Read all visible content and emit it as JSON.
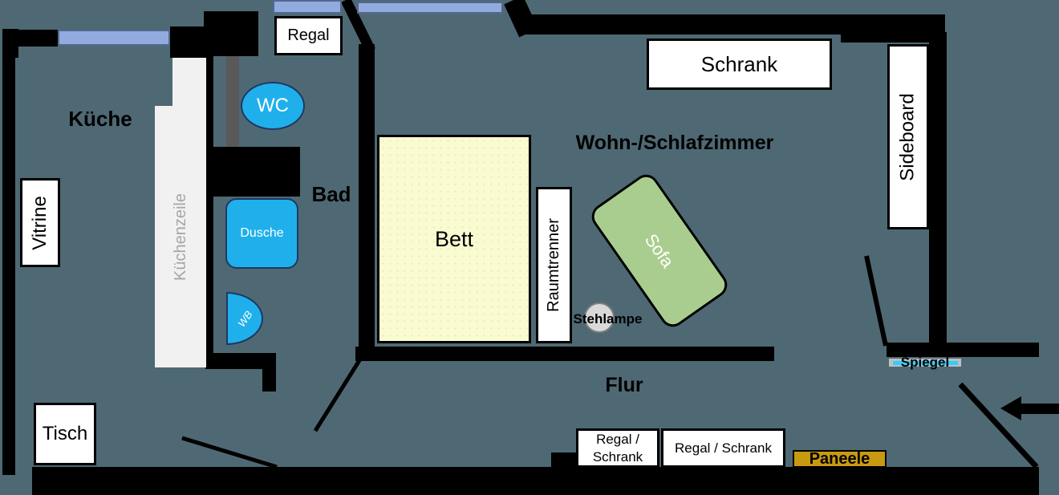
{
  "rooms": {
    "kitchen": "Küche",
    "bathroom": "Bad",
    "living_bedroom": "Wohn-/Schlafzimmer",
    "hallway": "Flur"
  },
  "furniture": {
    "shelf_top": "Regal",
    "wardrobe": "Schrank",
    "sideboard": "Sideboard",
    "display_cabinet": "Vitrine",
    "kitchenette": "Küchenzeile",
    "toilet": "WC",
    "shower": "Dusche",
    "washbasin": "WB",
    "bed": "Bett",
    "room_divider": "Raumtrenner",
    "sofa": "Sofa",
    "floor_lamp": "Stehlampe",
    "mirror": "Spiegel",
    "table": "Tisch",
    "shelf_cabinet_1": "Regal /\nSchrank",
    "shelf_cabinet_2": "Regal / Schrank",
    "panels": "Paneele"
  },
  "colors": {
    "background": "#4e6973",
    "wall": "#000000",
    "window_fill": "#92abde",
    "window_border": "#54678f",
    "fixture_blue": "#1fb0ec",
    "fixture_border": "#1f3864",
    "bed_fill": "#fbfbd2",
    "sofa_fill": "#a9cd8e",
    "kitchenette_fill": "#f1f1f1",
    "kitchenette_text": "#a6a6a6",
    "lamp_fill": "#d9d9d9",
    "lamp_border": "#7f7f7f",
    "mirror_fill": "#bfbfbf",
    "mirror_line": "#33ccff",
    "panel_fill": "#c89a10",
    "dark_gray_strip": "#595959"
  }
}
